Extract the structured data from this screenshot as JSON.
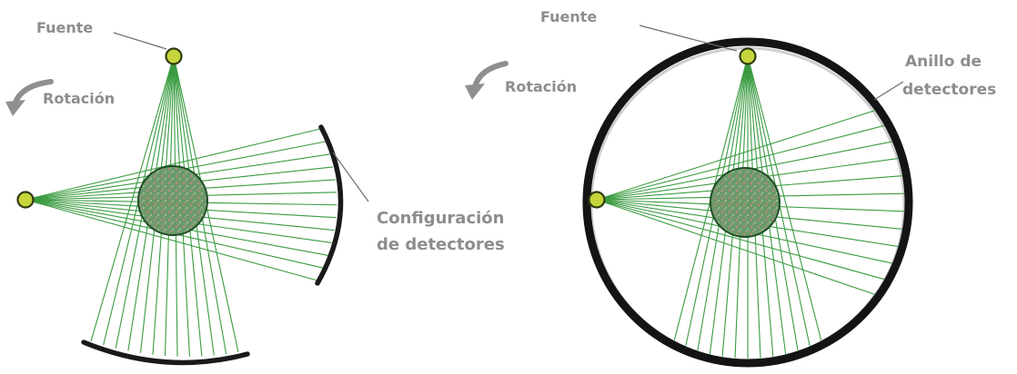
{
  "left_panel": {
    "source_label": "Fuente",
    "rotation_label": "Rotación",
    "detector_label_line1": "Configuración",
    "detector_label_line2": "de detectores"
  },
  "right_panel": {
    "source_label": "Fuente",
    "rotation_label": "Rotación",
    "detector_label_line1": "Anillo de",
    "detector_label_line2": "detectores"
  },
  "colors": {
    "ray": "#3a9b40",
    "source_fill": "#c6d53a",
    "object_fill": "#5f8f63",
    "detector": "#1a1a1a",
    "label": "#8d8d8d",
    "rotation_arrow": "#8f8f8f"
  },
  "icons": {
    "source": "source-dot-icon",
    "rotation": "rotation-arrow-icon",
    "object": "scanned-object-icon"
  }
}
